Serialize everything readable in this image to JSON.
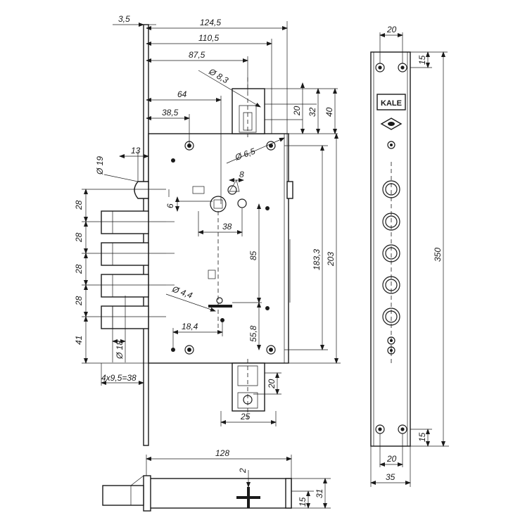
{
  "dimensions": {
    "top": [
      "3,5",
      "124,5",
      "110,5",
      "87,5",
      "64",
      "38,5",
      "13"
    ],
    "diameters": [
      "Ø 8,3",
      "Ø 6,5",
      "Ø 19",
      "Ø 4,4",
      "Ø 18"
    ],
    "small": [
      "8",
      "6",
      "38",
      "18,4"
    ],
    "vertical_right": [
      "20",
      "32",
      "40",
      "85",
      "183,3",
      "203",
      "55,8"
    ],
    "bolt_pitch": [
      "28",
      "28",
      "28",
      "28",
      "41"
    ],
    "bottom": [
      "4x9,5=38",
      "20",
      "25"
    ],
    "faceplate": [
      "20",
      "15",
      "350",
      "15",
      "20",
      "35"
    ],
    "bottom_view": [
      "128",
      "2",
      "15",
      "31"
    ]
  },
  "logo": {
    "brand": "KALE",
    "emblem": "diamond"
  }
}
